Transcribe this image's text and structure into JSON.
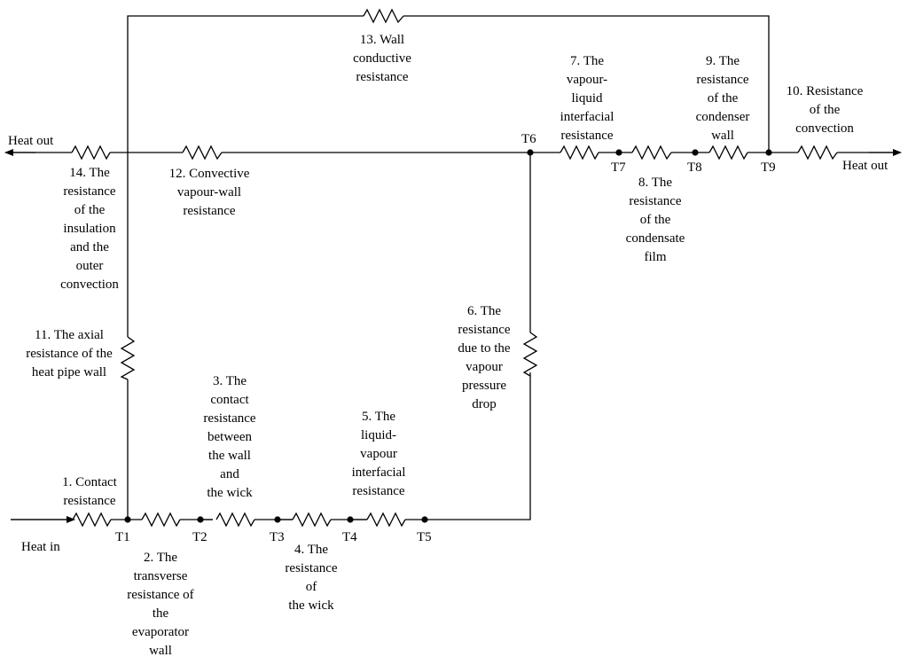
{
  "nodes": {
    "t1": "T1",
    "t2": "T2",
    "t3": "T3",
    "t4": "T4",
    "t5": "T5",
    "t6": "T6",
    "t7": "T7",
    "t8": "T8",
    "t9": "T9"
  },
  "io": {
    "heat_in": "Heat in",
    "heat_out_left": "Heat out",
    "heat_out_right": "Heat out"
  },
  "resistances": {
    "r1": [
      "1. Contact",
      "resistance"
    ],
    "r2": [
      "2. The",
      "transverse",
      "resistance of",
      "the",
      "evaporator",
      "wall"
    ],
    "r3": [
      "3. The",
      "contact",
      "resistance",
      "between",
      "the wall",
      "and",
      "the wick"
    ],
    "r4": [
      "4. The",
      "resistance",
      "of",
      "the wick"
    ],
    "r5": [
      "5. The",
      "liquid-",
      "vapour",
      "interfacial",
      "resistance"
    ],
    "r6": [
      "6. The",
      "resistance",
      "due to the",
      "vapour",
      "pressure",
      "drop"
    ],
    "r7": [
      "7. The",
      "vapour-",
      "liquid",
      "interfacial",
      "resistance"
    ],
    "r8": [
      "8. The",
      "resistance",
      "of the",
      "condensate",
      "film"
    ],
    "r9": [
      "9. The",
      "resistance",
      "of the",
      "condenser",
      "wall"
    ],
    "r10": [
      "10. Resistance",
      "of the",
      "convection"
    ],
    "r11": [
      "11. The axial",
      "resistance of the",
      "heat pipe wall"
    ],
    "r12": [
      "12. Convective",
      "vapour-wall",
      "resistance"
    ],
    "r13": [
      "13. Wall",
      "conductive",
      "resistance"
    ],
    "r14": [
      "14. The",
      "resistance",
      "of the",
      "insulation",
      "and the",
      "outer",
      "convection"
    ]
  }
}
